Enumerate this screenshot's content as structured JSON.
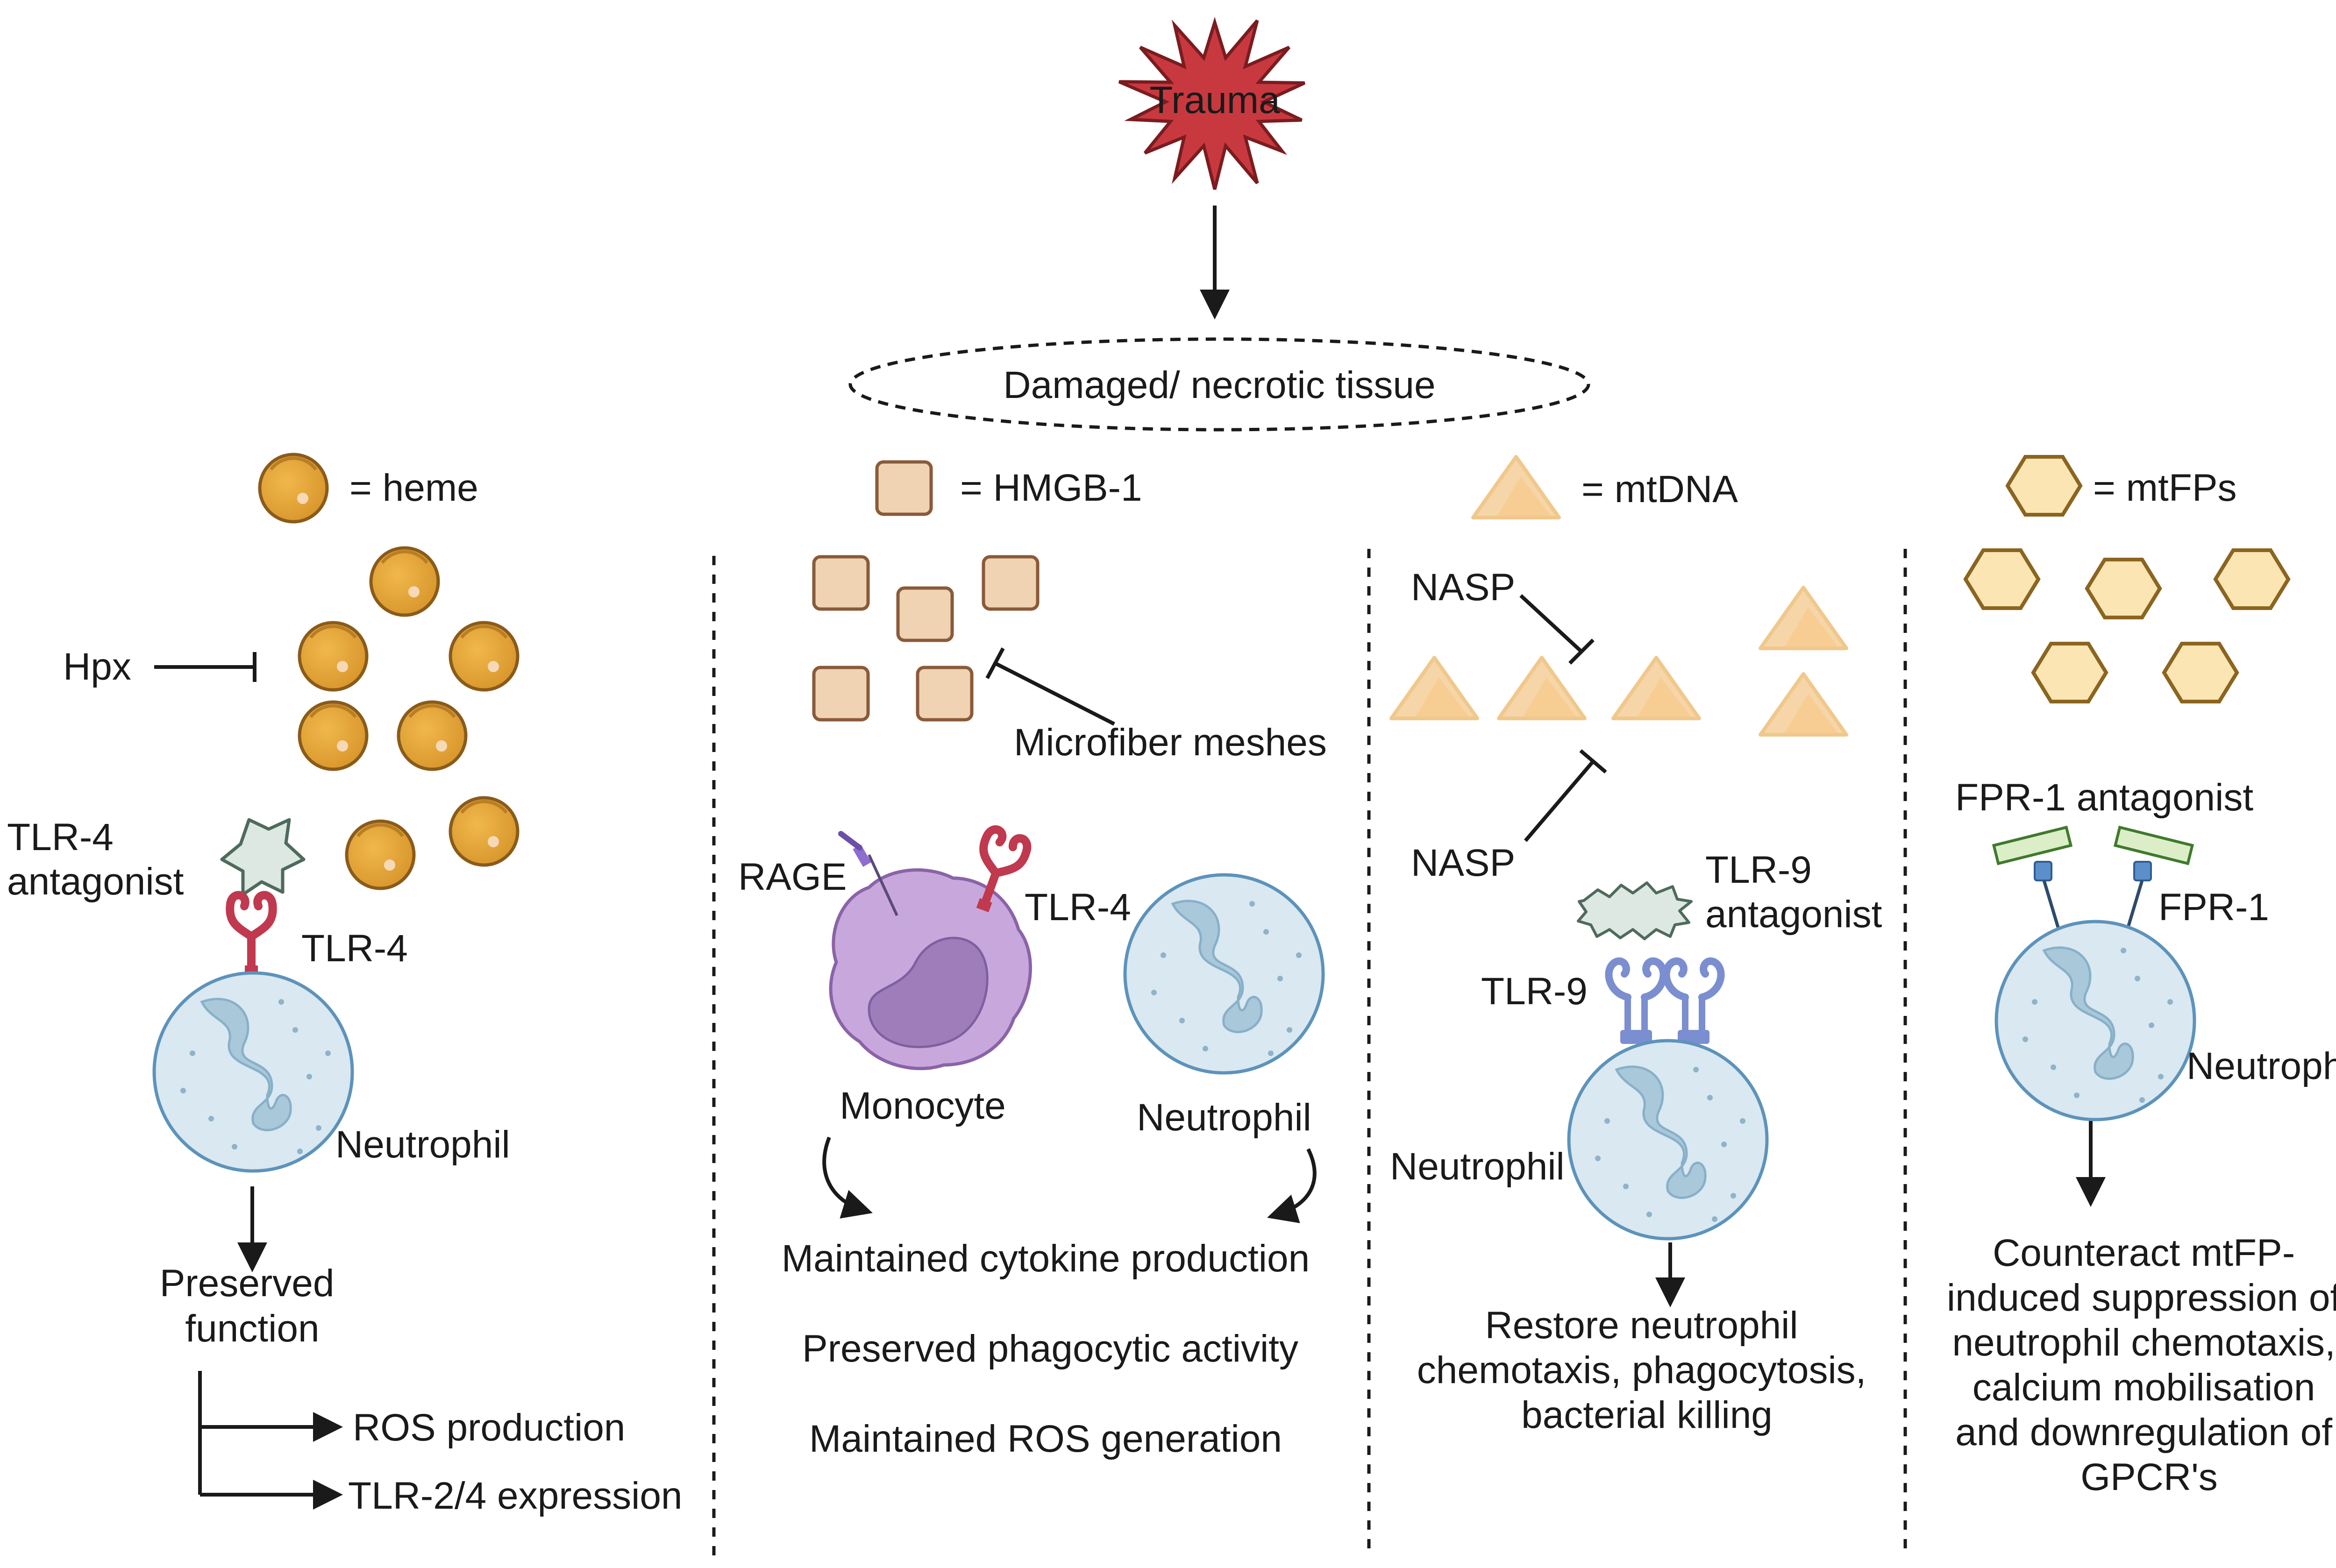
{
  "trauma": {
    "label": "Trauma"
  },
  "tissue": {
    "label": "Damaged/ necrotic tissue"
  },
  "panel_heme": {
    "legend_label": "= heme",
    "hpx_label": "Hpx",
    "antagonist_label_line1": "TLR-4",
    "antagonist_label_line2": "antagonist",
    "receptor_label": "TLR-4",
    "cell_label": "Neutrophil",
    "outcome_line1": "Preserved",
    "outcome_line2": "function",
    "branch_1": "ROS production",
    "branch_2": "TLR-2/4 expression"
  },
  "panel_hmgb1": {
    "legend_label": "= HMGB-1",
    "inhibitor_label": "Microfiber meshes",
    "rage_label": "RAGE",
    "tlr4_label": "TLR-4",
    "monocyte_label": "Monocyte",
    "neutrophil_label": "Neutrophil",
    "outcome_1": "Maintained cytokine production",
    "outcome_2": "Preserved phagocytic activity",
    "outcome_3": "Maintained ROS generation"
  },
  "panel_mtdna": {
    "legend_label": "= mtDNA",
    "nasp_label_top": "NASP",
    "nasp_label_bottom": "NASP",
    "antagonist_line1": "TLR-9",
    "antagonist_line2": "antagonist",
    "receptor_label": "TLR-9",
    "cell_label": "Neutrophil",
    "outcome_line1": "Restore neutrophil",
    "outcome_line2": "chemotaxis, phagocytosis,",
    "outcome_line3": "bacterial killing"
  },
  "panel_mtfps": {
    "legend_label": "= mtFPs",
    "antagonist_label": "FPR-1 antagonist",
    "receptor_label": "FPR-1",
    "cell_label": "Neutrophil",
    "outcome_line1": "Counteract mtFP-",
    "outcome_line2": "induced suppression of",
    "outcome_line3": "neutrophil chemotaxis,",
    "outcome_line4": "calcium mobilisation",
    "outcome_line5": "and downregulation of",
    "outcome_line6": "GPCR's"
  },
  "colors": {
    "trauma_fill": "#c8393f",
    "heme_fill": "#e2a33a",
    "heme_stroke": "#8a5b1a",
    "hmgb1_fill": "#efd3b3",
    "hmgb1_stroke": "#8a5a3a",
    "mtdna_fill": "#f6d6a8",
    "mtfp_fill": "#fbe5b3",
    "mtfp_stroke": "#8b6520",
    "neutrophil_fill": "#d9e8f1",
    "neutrophil_stroke": "#5d93bb",
    "nucleus_fill": "#a9c9db",
    "monocyte_fill": "#c8a8dc",
    "monocyte_nucleus": "#9e7dba",
    "tlr4_color": "#c0394e",
    "tlr9_color": "#7b8ed0",
    "fpr1_color": "#5c8ec9",
    "fpr1_antagonist": "#dceec8"
  }
}
